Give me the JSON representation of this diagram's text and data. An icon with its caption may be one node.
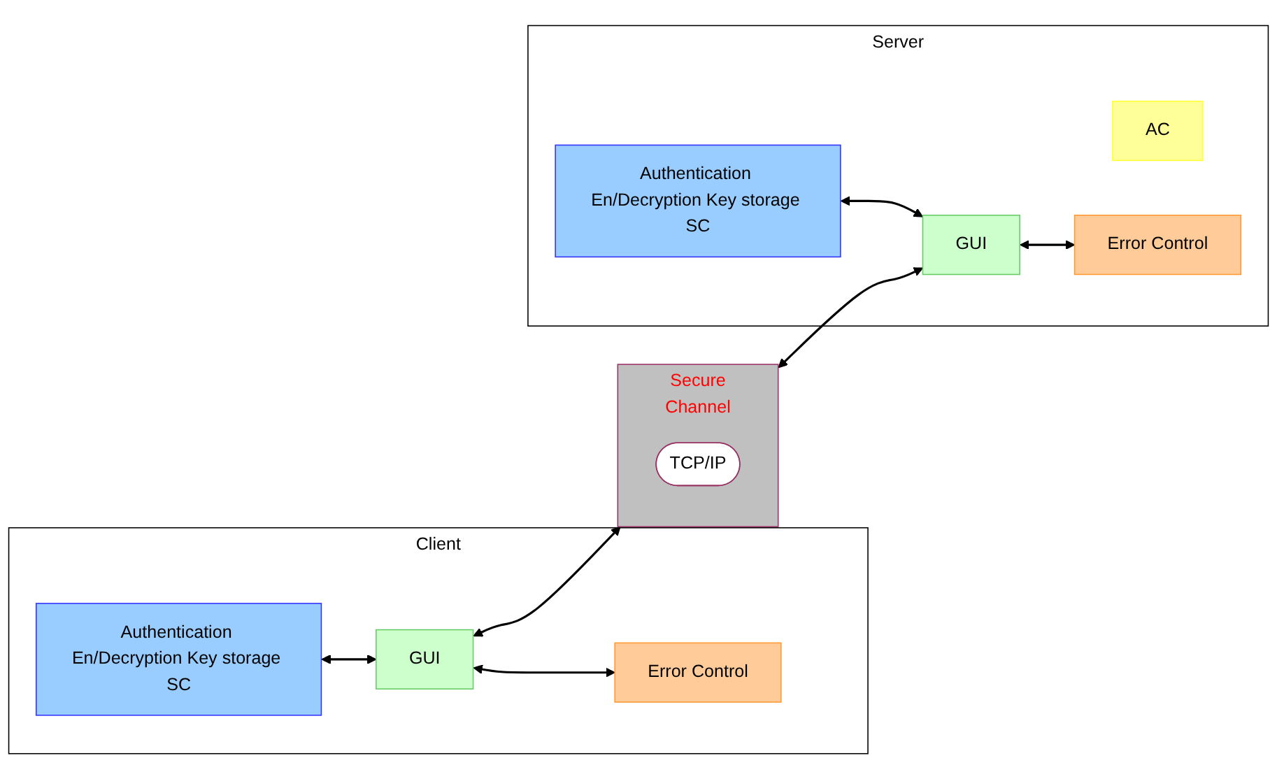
{
  "diagram": {
    "nodes": [
      {
        "text": [
          "Client"
        ]
      },
      {
        "text": [
          "Authentication En/Decryption Key storage SC"
        ],
        "in": 0
      },
      {
        "text": [
          "GUI"
        ],
        "in": 0
      },
      {
        "text": [
          "Error Control"
        ],
        "in": 0
      },
      {
        "text": [
          "Server"
        ]
      },
      {
        "text": [
          "AC"
        ],
        "in": 4
      },
      {
        "text": [
          "Authentication En/Decryption Key storage SC"
        ],
        "in": 4
      },
      {
        "text": [
          "GUI"
        ],
        "in": 4
      },
      {
        "text": [
          "Error Control"
        ],
        "in": 4
      },
      {
        "text": [
          "Secure",
          "Channel"
        ]
      },
      {
        "text": [
          "TCP/IP"
        ],
        "in": 9
      }
    ],
    "edges": [
      {
        "from": 1,
        "to": 2,
        "arrow": "both"
      },
      {
        "from": 2,
        "to": 3,
        "arrow": "both"
      },
      {
        "from": 2,
        "to": 9,
        "arrow": "both"
      },
      {
        "from": 9,
        "to": 7,
        "arrow": "both"
      },
      {
        "from": 6,
        "to": 7,
        "arrow": "both"
      },
      {
        "from": 7,
        "to": 8,
        "arrow": "both"
      }
    ]
  }
}
